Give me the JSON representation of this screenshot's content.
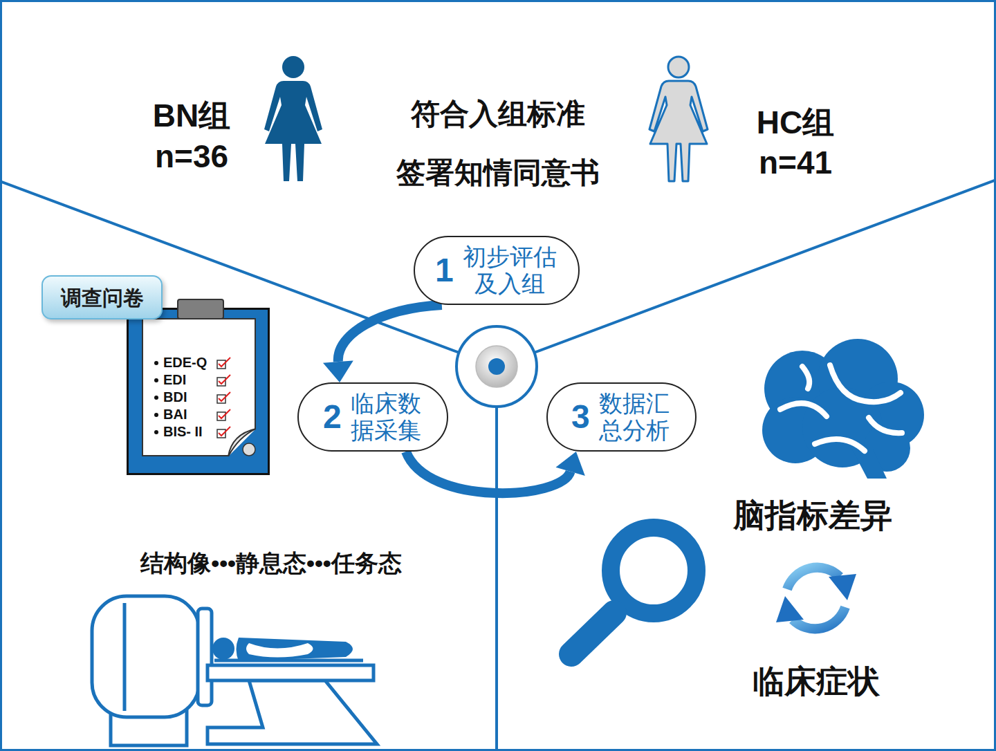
{
  "diagram": {
    "nodes": [
      {
        "text": [
          "1",
          "初步评估 及入组"
        ]
      },
      {
        "text": [
          "调查问卷"
        ]
      },
      {
        "text": [
          "EDE-Q",
          "EDI",
          "BDI",
          "BAI",
          "BIS- II"
        ]
      },
      {
        "text": [
          "2",
          "临床数 据采集"
        ]
      },
      {
        "text": [
          "3",
          "数据汇 总分析"
        ]
      }
    ],
    "edges": [
      {
        "from": 0,
        "to": 3,
        "arrow": "to"
      },
      {
        "from": 3,
        "to": 4,
        "arrow": "to"
      }
    ],
    "labels": [
      "BN组",
      "n=36",
      "符合入组标准",
      "签署知情同意书",
      "HC组",
      "n=41",
      "结构像•••静息态•••任务态",
      "脑指标差异",
      "临床症状"
    ]
  }
}
